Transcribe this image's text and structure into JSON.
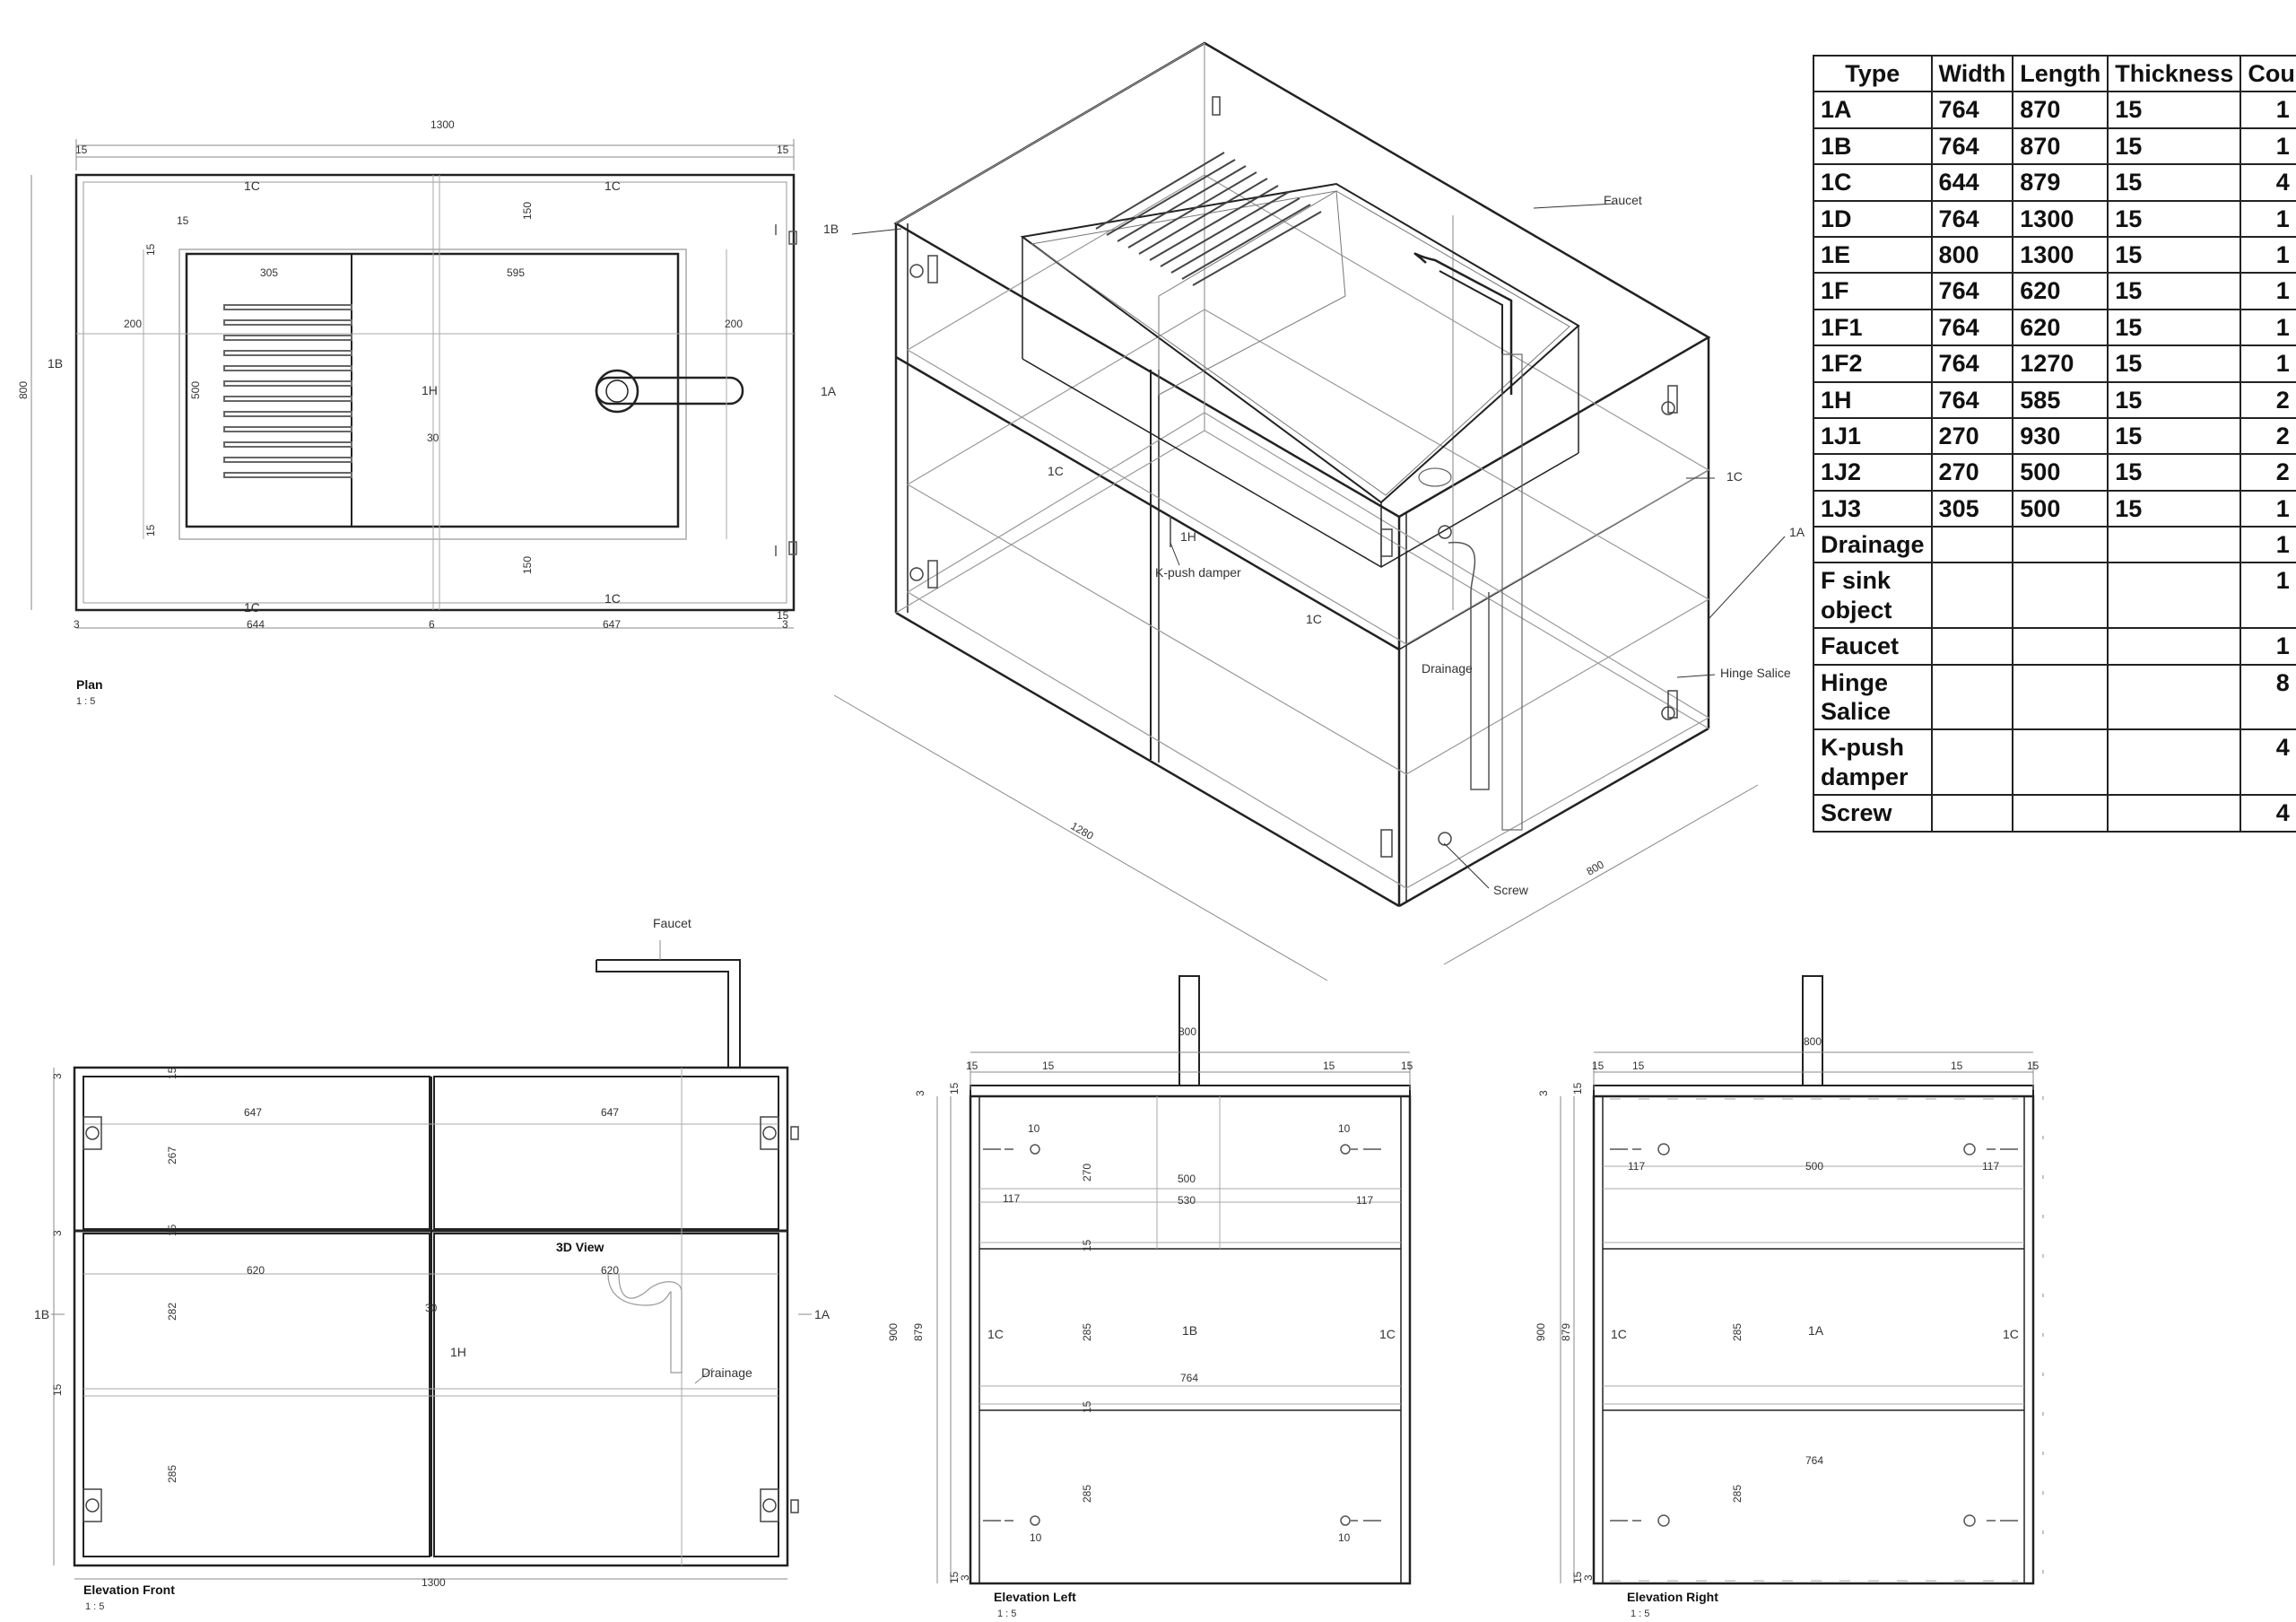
{
  "table": {
    "headers": [
      "Type",
      "Width",
      "Length",
      "Thickness",
      "Count"
    ],
    "rows": [
      [
        "1A",
        "764",
        "870",
        "15",
        "1"
      ],
      [
        "1B",
        "764",
        "870",
        "15",
        "1"
      ],
      [
        "1C",
        "644",
        "879",
        "15",
        "4"
      ],
      [
        "1D",
        "764",
        "1300",
        "15",
        "1"
      ],
      [
        "1E",
        "800",
        "1300",
        "15",
        "1"
      ],
      [
        "1F",
        "764",
        "620",
        "15",
        "1"
      ],
      [
        "1F1",
        "764",
        "620",
        "15",
        "1"
      ],
      [
        "1F2",
        "764",
        "1270",
        "15",
        "1"
      ],
      [
        "1H",
        "764",
        "585",
        "15",
        "2"
      ],
      [
        "1J1",
        "270",
        "930",
        "15",
        "2"
      ],
      [
        "1J2",
        "270",
        "500",
        "15",
        "2"
      ],
      [
        "1J3",
        "305",
        "500",
        "15",
        "1"
      ],
      [
        "Drainage",
        "",
        "",
        "",
        "1"
      ],
      [
        "F sink object",
        "",
        "",
        "",
        "1"
      ],
      [
        "Faucet",
        "",
        "",
        "",
        "1"
      ],
      [
        "Hinge Salice",
        "",
        "",
        "",
        "8"
      ],
      [
        "K-push damper",
        "",
        "",
        "",
        "4"
      ],
      [
        "Screw",
        "",
        "",
        "",
        "4"
      ]
    ]
  },
  "plan": {
    "title": "Plan",
    "scale": "1 : 5",
    "dims": {
      "total": "1300",
      "edge_l": "15",
      "edge_r": "15",
      "left_margin": "200",
      "right_margin": "200",
      "sink_l": "305",
      "sink_r": "595",
      "top_gap": "150",
      "bot_gap": "150",
      "small15a": "15",
      "small15b": "15",
      "small15c": "15",
      "small15d": "15",
      "depth": "800",
      "inner": "500",
      "mid": "30",
      "b1": "3",
      "b2": "644",
      "b3": "6",
      "b4": "647",
      "b5": "3"
    },
    "labels": {
      "tl": "1C",
      "tr": "1C",
      "bl": "1C",
      "br": "1C",
      "left": "1B",
      "right": "1A",
      "center": "1H"
    }
  },
  "iso": {
    "title": "3D View",
    "labels": {
      "faucet": "Faucet",
      "tl": "1B",
      "left_mid": "1C",
      "right": "1C",
      "side": "1A",
      "damper_part": "1H",
      "damper": "K-push damper",
      "center": "1C",
      "drainage": "Drainage",
      "hinge": "Hinge Salice",
      "screw": "Screw",
      "len": "1280",
      "depth": "800"
    }
  },
  "front": {
    "title": "Elevation Front",
    "scale": "1 : 5",
    "labels": {
      "faucet": "Faucet",
      "left": "1B",
      "right": "1A",
      "center": "1H",
      "drainage": "Drainage"
    },
    "dims": {
      "top_l": "647",
      "top_r": "647",
      "mid_l": "620",
      "mid_r": "620",
      "h1": "267",
      "h2": "282",
      "h3": "285",
      "t1": "3",
      "t2": "15",
      "t3": "3",
      "t4": "15",
      "t5": "15",
      "gap": "30",
      "total": "1300"
    }
  },
  "left": {
    "title": "Elevation Left",
    "scale": "1 : 5",
    "labels": {
      "l": "1C",
      "c": "1B",
      "r": "1C"
    },
    "dims": {
      "top": "800",
      "e1": "15",
      "e2": "15",
      "e3": "15",
      "e4": "15",
      "s1": "3",
      "s2": "15",
      "d1": "10",
      "d2": "10",
      "h1": "270",
      "w1": "500",
      "w2": "530",
      "g1": "117",
      "g2": "117",
      "h2": "285",
      "w3": "764",
      "h3": "285",
      "f1": "10",
      "f2": "10",
      "k1": "15",
      "k2": "15",
      "tot1": "900",
      "tot2": "879",
      "b1": "3",
      "b2": "15"
    }
  },
  "right": {
    "title": "Elevation Right",
    "scale": "1 : 5",
    "labels": {
      "l": "1C",
      "c": "1A",
      "r": "1C"
    },
    "dims": {
      "top": "800",
      "e1": "15",
      "e2": "15",
      "e3": "15",
      "e4": "15",
      "s1": "3",
      "s2": "15",
      "g1": "117",
      "w1": "500",
      "g2": "117",
      "h2": "285",
      "w3": "764",
      "h3": "285",
      "tot1": "900",
      "tot2": "879",
      "b1": "3",
      "b2": "15"
    }
  }
}
